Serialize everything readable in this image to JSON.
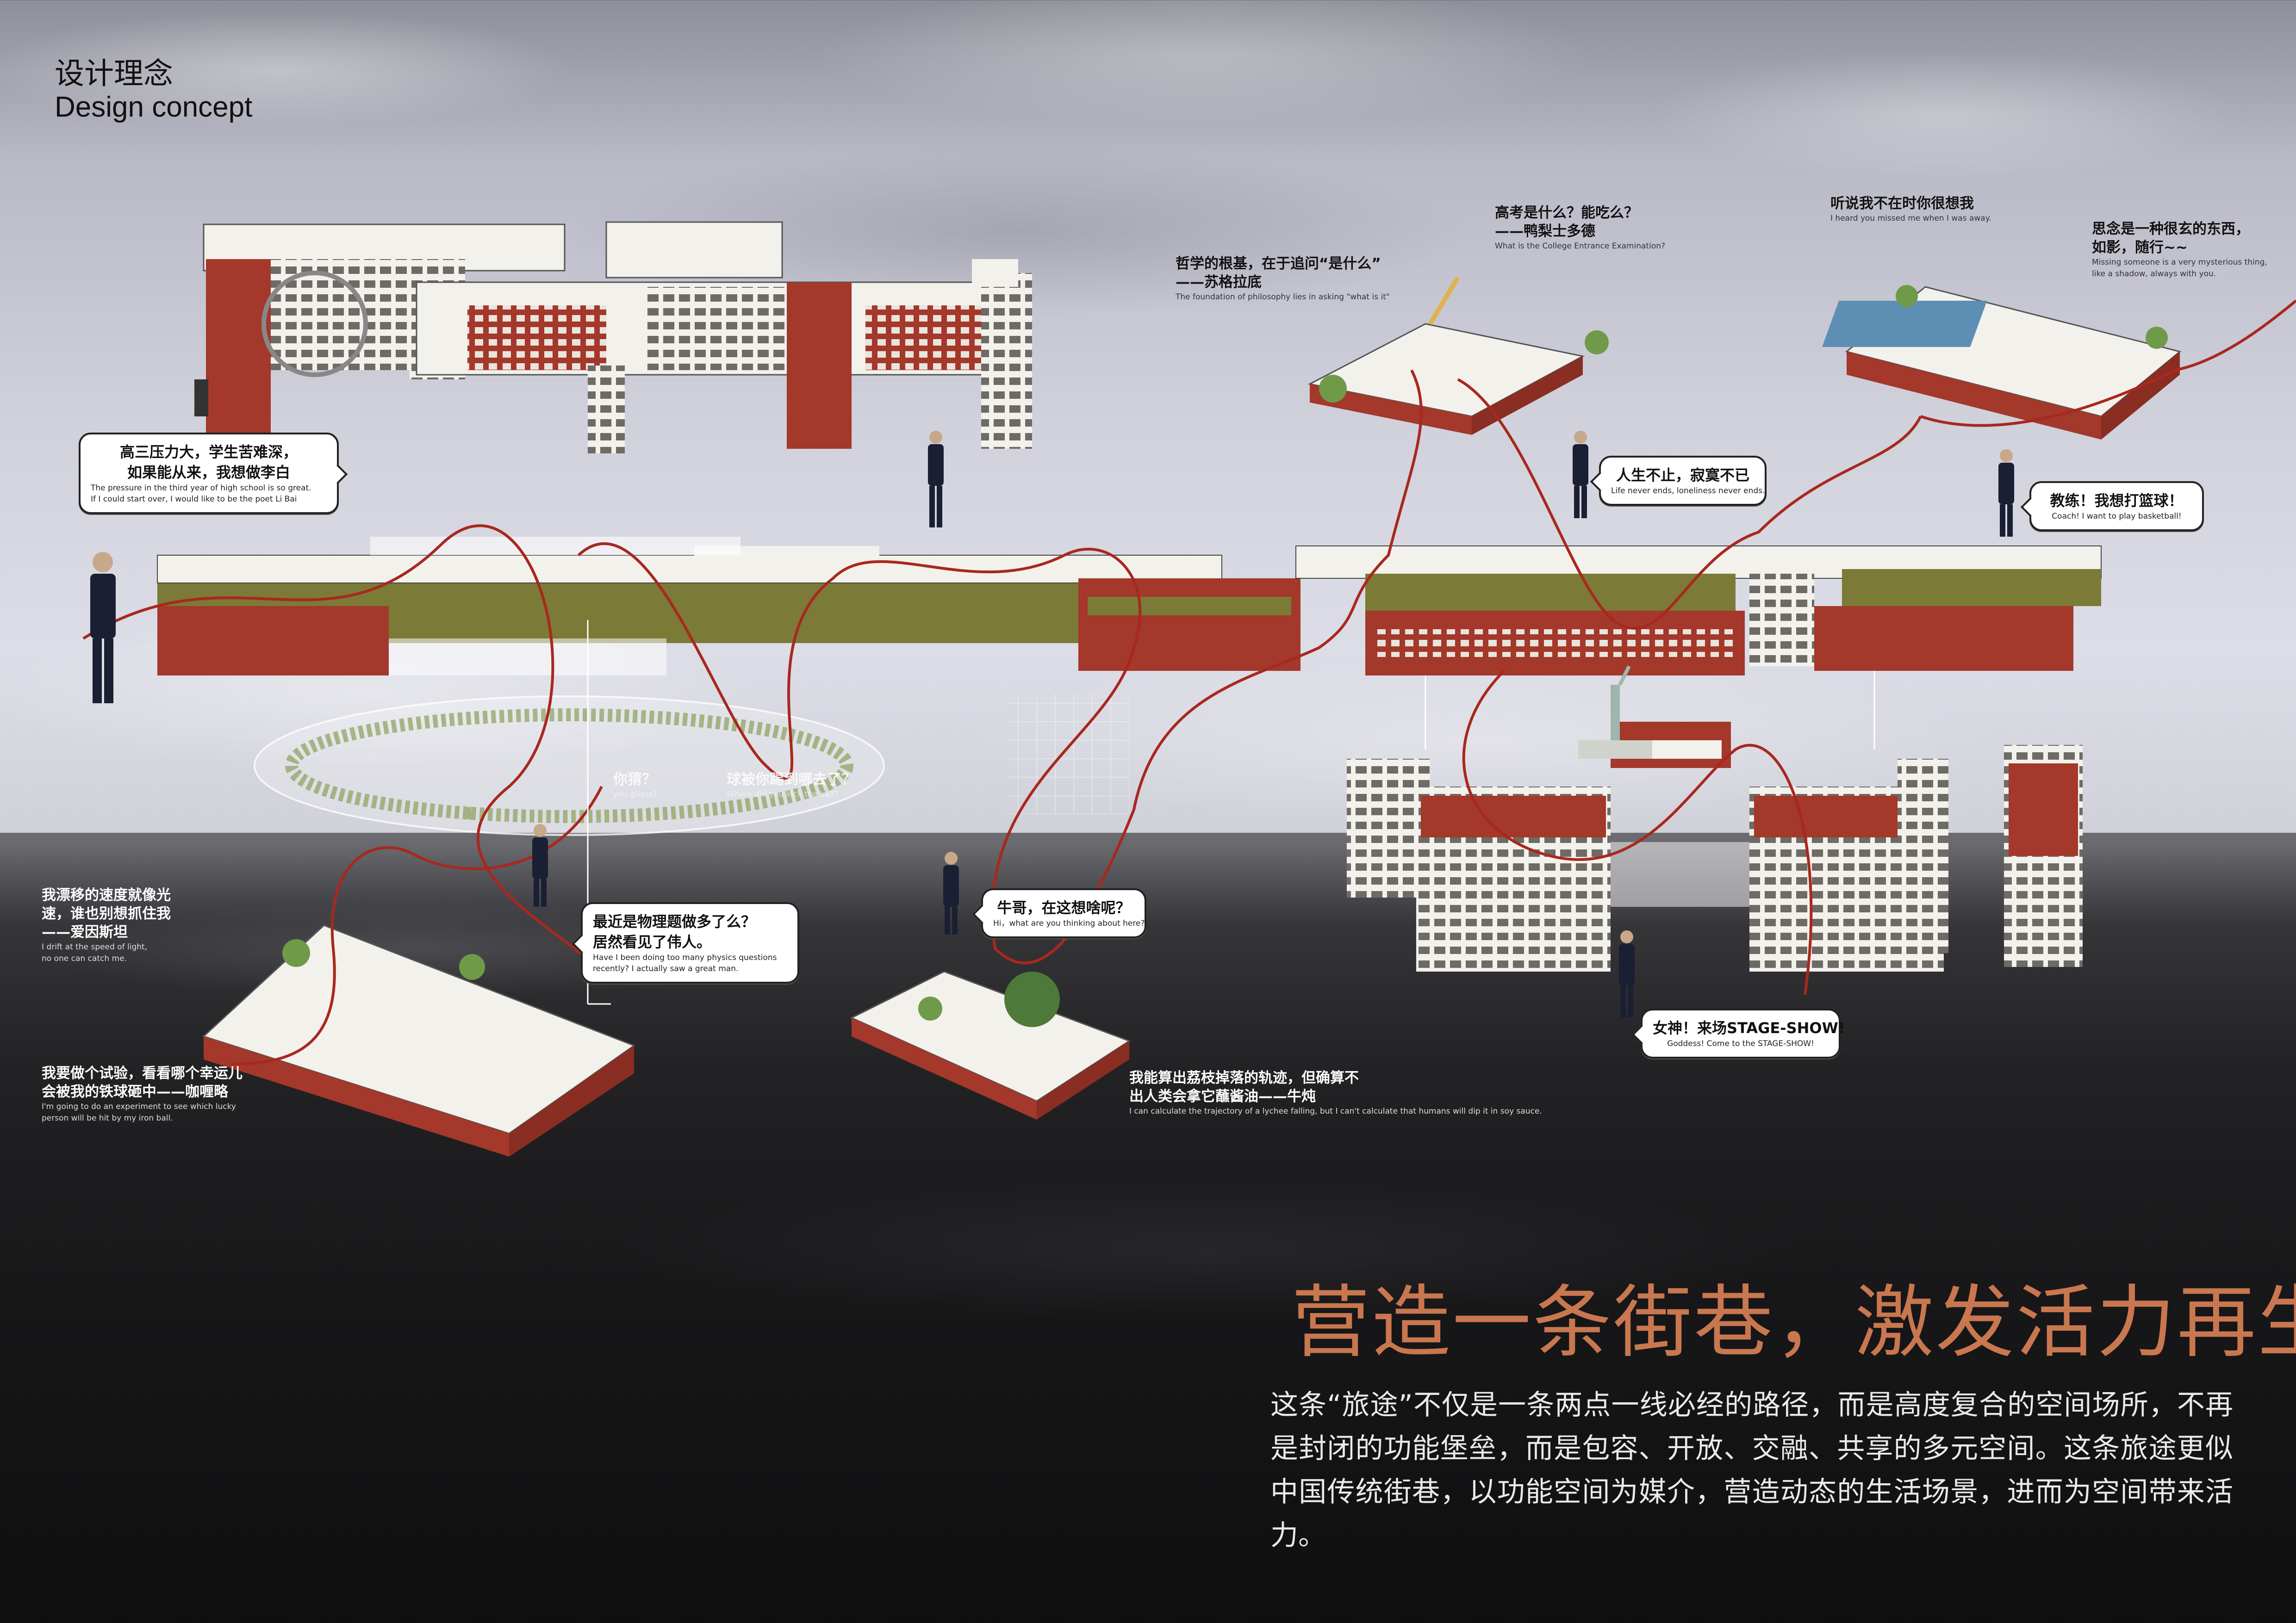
{
  "header": {
    "title_cn": "设计理念",
    "title_en": "Design concept"
  },
  "headline": "营造一条街巷，激发活力再生",
  "paragraph": "这条“旅途”不仅是一条两点一线必经的路径，而是高度复合的空间场所，不再是封闭的功能堡垒，而是包容、开放、交融、共享的多元空间。这条旅途更似中国传统街巷，以功能空间为媒介，营造动态的生活场景，进而为空间带来活力。",
  "bubbles": [
    {
      "cn": "高三压力大，学生苦难深，\n如果能从来，我想做李白",
      "en": "The pressure in the third year of high school is so great.\nIf I could start over, I would like to be the poet Li Bai"
    },
    {
      "cn": "人生不止，寂寞不已",
      "en": "Life never ends, loneliness never ends."
    },
    {
      "cn": "教练！我想打篮球！",
      "en": "Coach! I want to play basketball!"
    },
    {
      "cn": "最近是物理题做多了么？\n居然看见了伟人。",
      "en": "Have I been doing too many physics questions\nrecently? I actually saw a great man."
    },
    {
      "cn": "牛哥，在这想啥呢？",
      "en": "Hi，what are you thinking about here?"
    },
    {
      "cn": "女神！来场STAGE-SHOW!",
      "en": "Goddess! Come to the STAGE-SHOW!"
    }
  ],
  "notes": [
    {
      "cn": "高考是什么？能吃么？\n——鸭梨士多德",
      "en": "What is the College Entrance Examination?"
    },
    {
      "cn": "哲学的根基，在于追问“是什么”\n——苏格拉底",
      "en": "The foundation of philosophy lies in asking \"what is it\""
    },
    {
      "cn": "听说我不在时你很想我",
      "en": "I heard you missed me when I was away."
    },
    {
      "cn": "思念是一种很玄的东西，\n如影，随行~~",
      "en": "Missing someone is a very mysterious thing,\nlike a shadow, always with you."
    },
    {
      "cn": "我漂移的速度就像光\n速，谁也别想抓住我\n——爱因斯坦",
      "en": "I drift at the speed of light,\nno one can catch me."
    },
    {
      "cn": "我要做个试验，看看哪个幸运儿\n会被我的铁球砸中——咖喱略",
      "en": "I'm going to do an experiment to see which lucky\nperson will be hit by my iron ball."
    },
    {
      "cn": "我能算出荔枝掉落的轨迹，但确算不\n出人类会拿它蘸酱油——牛炖",
      "en": "I can calculate the trajectory of a lychee falling,\nbut I can't calculate that humans will dip it in soy sauce."
    },
    {
      "cn": "你猜？",
      "en": "you guess?"
    },
    {
      "cn": "球被你踢到哪去了？",
      "en": "Where did you kick the ball?"
    }
  ],
  "colors": {
    "brick": "#a3382b",
    "path": "#a8281f",
    "accent": "#c9774f",
    "facade": "#f3f1ec",
    "green": "#7b7a36"
  }
}
